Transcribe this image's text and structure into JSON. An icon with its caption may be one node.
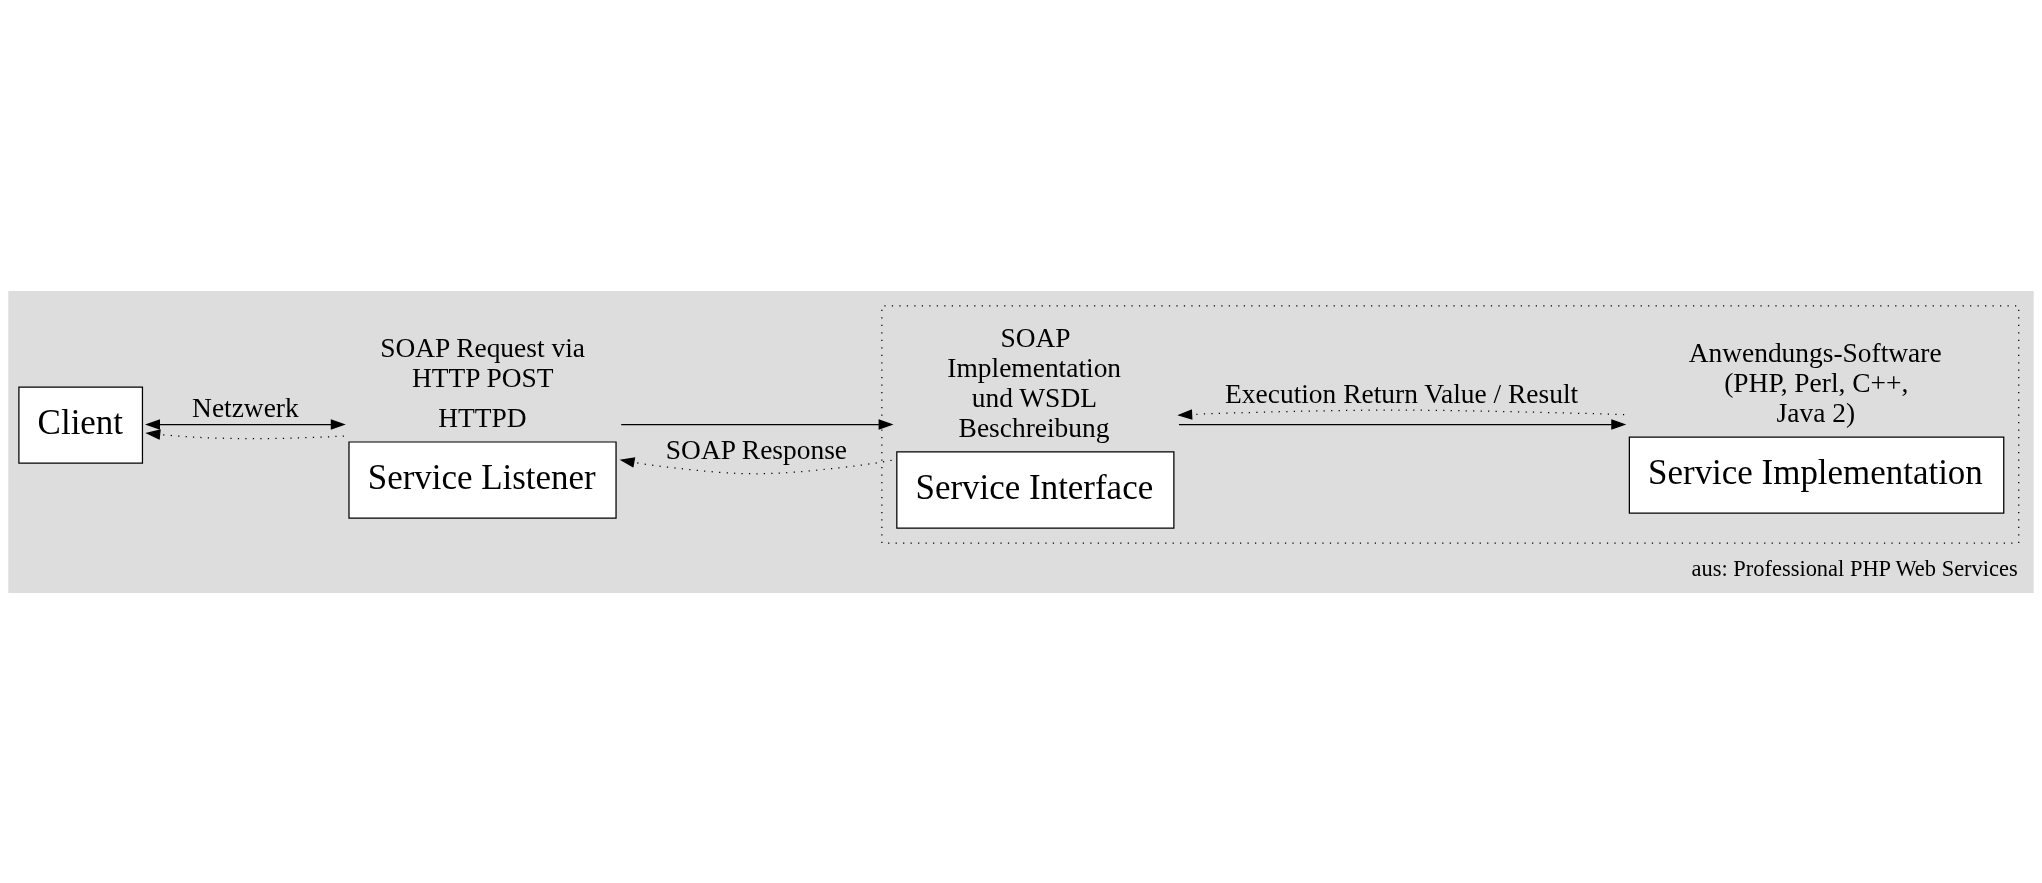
{
  "diagram": {
    "caption": "aus: Professional PHP Web Services",
    "nodes": [
      {
        "text": [
          "Client"
        ]
      },
      {
        "text": [
          "Service Listener"
        ],
        "beside": [
          "SOAP Request via HTTP POST",
          "HTTPD"
        ]
      },
      {
        "text": [],
        "shape": "box"
      },
      {
        "text": [
          "Service Interface"
        ],
        "in": 2,
        "beside": [
          "SOAP Implementation und WSDL Beschreibung"
        ]
      },
      {
        "text": [
          "Service Implementation"
        ],
        "in": 2,
        "beside": [
          "Anwendungs-Software (PHP, Perl, C++, Java 2)"
        ]
      }
    ],
    "edges": [
      {
        "from": 0,
        "to": 1,
        "arrow": "both",
        "label": "Netzwerk"
      },
      {
        "from": 1,
        "to": 3,
        "arrow": "to"
      },
      {
        "from": 3,
        "to": 4,
        "arrow": "to"
      },
      {
        "from": 3,
        "to": 1,
        "arrow": "to",
        "style": "dashed",
        "label": "SOAP Response"
      },
      {
        "from": 4,
        "to": 3,
        "arrow": "to",
        "style": "dashed",
        "label": "Execution Return Value / Result"
      },
      {
        "from": 1,
        "to": 0,
        "arrow": "to",
        "style": "dashed"
      }
    ]
  }
}
